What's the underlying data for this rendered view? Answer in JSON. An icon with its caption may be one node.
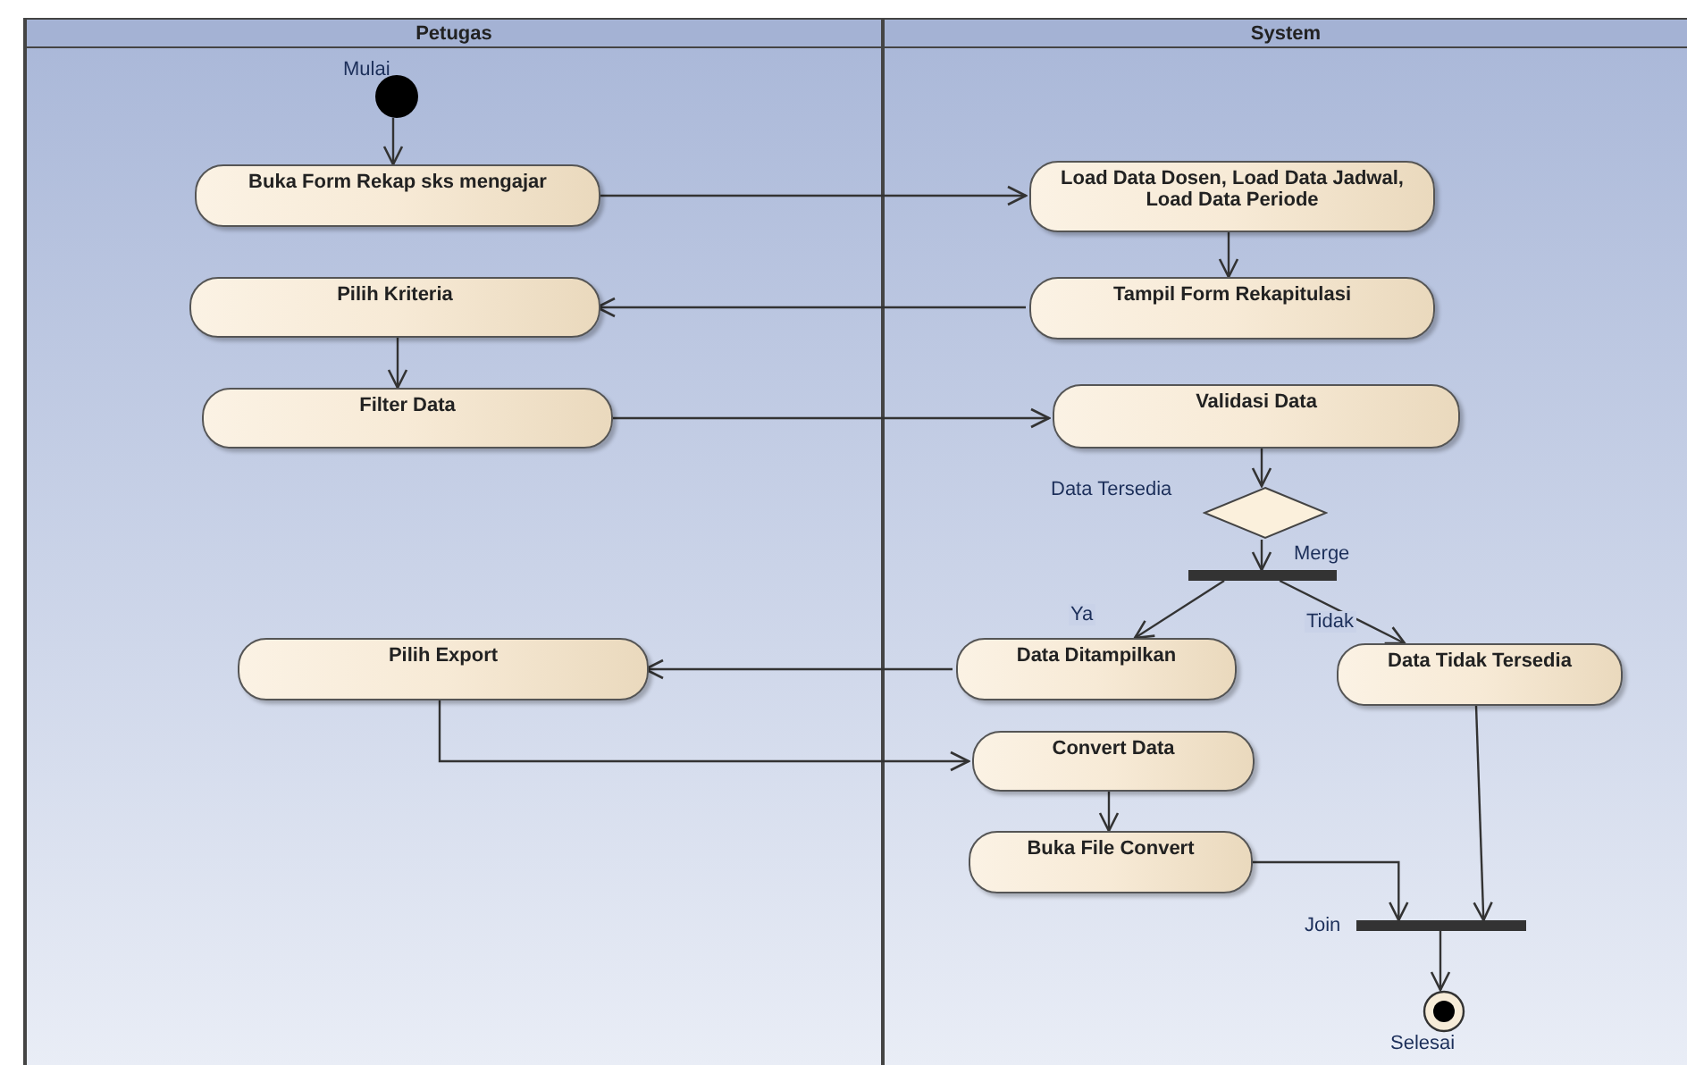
{
  "diagram": {
    "nodes": [
      {
        "text": [
          "Petugas"
        ]
      },
      {
        "text": [
          "System"
        ]
      },
      {
        "text": [],
        "shape": "circle",
        "beside": [
          "Mulai"
        ],
        "in": 0
      },
      {
        "text": [
          "Buka Form Rekap sks mengajar"
        ],
        "in": 0
      },
      {
        "text": [
          "Load Data Dosen, Load Data Jadwal, Load Data Periode"
        ],
        "in": 1
      },
      {
        "text": [
          "Pilih Kriteria"
        ],
        "in": 0
      },
      {
        "text": [
          "Tampil Form Rekapitulasi"
        ],
        "in": 1
      },
      {
        "text": [
          "Filter Data"
        ],
        "in": 0
      },
      {
        "text": [
          "Validasi Data"
        ],
        "in": 1
      },
      {
        "text": [],
        "shape": "diamond",
        "beside": [
          "Data Tersedia"
        ],
        "in": 1
      },
      {
        "text": [],
        "shape": "bar",
        "beside": [
          "Merge"
        ],
        "in": 1
      },
      {
        "text": [
          "Data Ditampilkan"
        ],
        "in": 1
      },
      {
        "text": [
          "Data Tidak Tersedia"
        ],
        "in": 1
      },
      {
        "text": [
          "Pilih Export"
        ],
        "in": 0
      },
      {
        "text": [
          "Convert Data"
        ],
        "in": 1
      },
      {
        "text": [
          "Buka File Convert"
        ],
        "in": 1
      },
      {
        "text": [],
        "shape": "bar",
        "beside": [
          "Join"
        ],
        "in": 1
      },
      {
        "text": [],
        "shape": "circle",
        "beside": [
          "Selesai"
        ],
        "in": 1
      }
    ],
    "edges": [
      {
        "from": 2,
        "to": 3,
        "arrow": "to"
      },
      {
        "from": 3,
        "to": 4,
        "arrow": "to"
      },
      {
        "from": 4,
        "to": 6,
        "arrow": "to"
      },
      {
        "from": 6,
        "to": 5,
        "arrow": "to"
      },
      {
        "from": 5,
        "to": 7,
        "arrow": "to"
      },
      {
        "from": 7,
        "to": 8,
        "arrow": "to"
      },
      {
        "from": 8,
        "to": 9,
        "arrow": "to"
      },
      {
        "from": 9,
        "to": 10,
        "arrow": "to"
      },
      {
        "from": 10,
        "to": 11,
        "arrow": "to",
        "label": "Ya"
      },
      {
        "from": 10,
        "to": 12,
        "arrow": "to",
        "label": "Tidak"
      },
      {
        "from": 11,
        "to": 13,
        "arrow": "to"
      },
      {
        "from": 13,
        "to": 14,
        "arrow": "to"
      },
      {
        "from": 14,
        "to": 15,
        "arrow": "to"
      },
      {
        "from": 15,
        "to": 16,
        "arrow": "to"
      },
      {
        "from": 12,
        "to": 16,
        "arrow": "to"
      },
      {
        "from": 16,
        "to": 17,
        "arrow": "to"
      }
    ]
  }
}
